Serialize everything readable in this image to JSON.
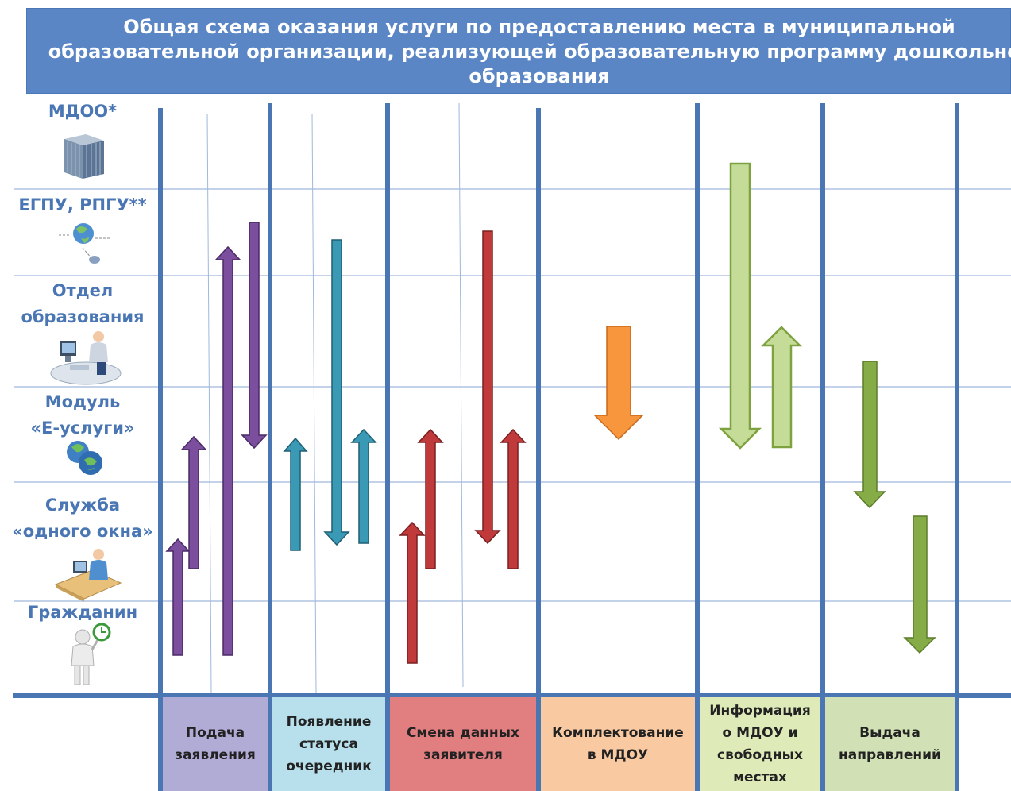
{
  "title": "Общая схема оказания услуги по предоставлению места в муниципальной\nобразовательной организации, реализующей образовательную программу дошкольног\nобразования",
  "rows": [
    {
      "label": "МДОО*",
      "icon": "building-icon"
    },
    {
      "label": "ЕГПУ, РПГУ**",
      "icon": "globe-network-icon"
    },
    {
      "label": "Отдел\nобразования",
      "icon": "office-worker-icon"
    },
    {
      "label": "Модуль\n«Е-услуги»",
      "icon": "globes-icon"
    },
    {
      "label": "Служба\n«одного окна»",
      "icon": "desk-operator-icon"
    },
    {
      "label": "Гражданин",
      "icon": "citizen-clock-icon"
    }
  ],
  "stages": [
    {
      "label": "Подача\nзаявления",
      "color": "#b1acd6",
      "arrow_color": "#7b4f9e"
    },
    {
      "label": "Появление\nстатуса\nочередник",
      "color": "#b7dfec",
      "arrow_color": "#3a9ab5"
    },
    {
      "label": "Смена данных\nзаявителя",
      "color": "#e17e80",
      "arrow_color": "#c0393b"
    },
    {
      "label": "Комплектование\nв МДОУ",
      "color": "#f9c9a1",
      "arrow_color": "#f7963d"
    },
    {
      "label": "Информация\nо МДОУ и\nсвободных\nместах",
      "color": "#dfeab9",
      "arrow_color": "#c4dc97"
    },
    {
      "label": "Выдача\nнаправлений",
      "color": "#d1e1b5",
      "arrow_color": "#86ac47"
    }
  ],
  "colors": {
    "title_bg": "#5a86c5",
    "grid": "#4a77b4",
    "row_line": "#9fb8dc"
  }
}
